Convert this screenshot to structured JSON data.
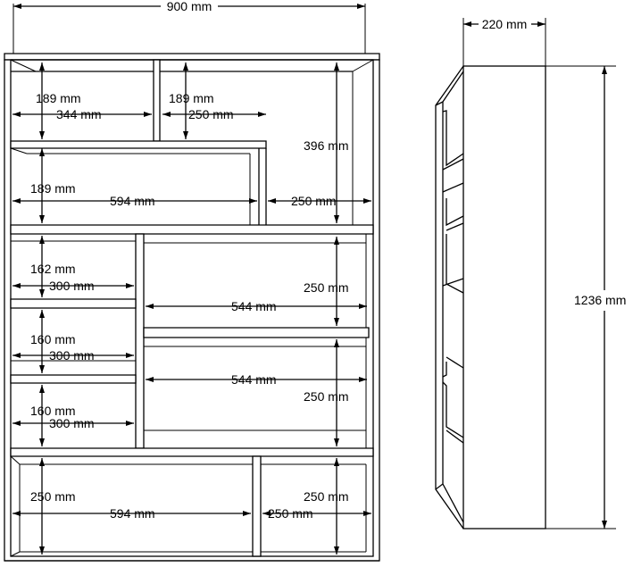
{
  "front": {
    "overall_width": "900 mm",
    "cells": {
      "r1_left_h": "189 mm",
      "r1_left_w": "344 mm",
      "r1_mid_h": "189 mm",
      "r1_mid_w": "250 mm",
      "r1_right_h": "396 mm",
      "r2_left_h": "189 mm",
      "r2_left_w": "594 mm",
      "r2_right_w": "250 mm",
      "r3_left_h": "162 mm",
      "r3_left_w": "300 mm",
      "r3_right_h": "250 mm",
      "r3_right_w": "544 mm",
      "r4_left_h": "160 mm",
      "r4_left_w": "300 mm",
      "r4_right_w": "544 mm",
      "r4_right_h": "250 mm",
      "r5_left_h": "160 mm",
      "r5_left_w": "300 mm",
      "r6_left_h": "250 mm",
      "r6_left_w": "594 mm",
      "r6_right_h": "250 mm",
      "r6_right_w": "250 mm"
    }
  },
  "side": {
    "depth": "220 mm",
    "height": "1236 mm"
  }
}
